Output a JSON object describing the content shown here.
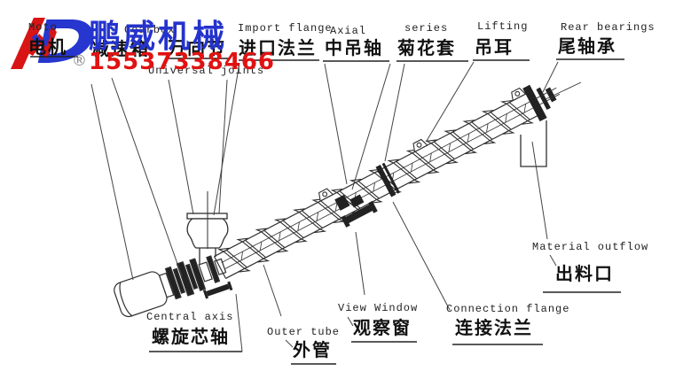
{
  "brand": {
    "company_name": "鹏威机械",
    "phone": "15537338466",
    "registered_mark": "®"
  },
  "labels": {
    "motor": {
      "en": "Moto",
      "zh": "电机"
    },
    "gearbox": {
      "en": "Gearbox",
      "zh": "减速箱"
    },
    "universal_joints": {
      "en": "Universal joints",
      "zh": "万向节"
    },
    "import_flange": {
      "en": "Import flange",
      "zh": "进口法兰"
    },
    "axial": {
      "en": "Axial",
      "zh": "中吊轴"
    },
    "series": {
      "en": "series",
      "zh": "菊花套"
    },
    "lifting": {
      "en": "Lifting",
      "zh": "吊耳"
    },
    "rear_bearings": {
      "en": "Rear bearings",
      "zh": "尾轴承"
    },
    "central_axis": {
      "en": "Central axis",
      "zh": "螺旋芯轴"
    },
    "outer_tube": {
      "en": "Outer tube",
      "zh": "外管"
    },
    "view_window": {
      "en": "View Window",
      "zh": "观察窗"
    },
    "connection_flange": {
      "en": "Connection flange",
      "zh": "连接法兰"
    },
    "material_outflow": {
      "en": "Material outflow",
      "zh": "出料口"
    }
  },
  "colors": {
    "brand_blue": "#2433cc",
    "brand_red": "#d81414",
    "phone_red": "#e01212",
    "drawing_line": "#2f2f2f"
  }
}
